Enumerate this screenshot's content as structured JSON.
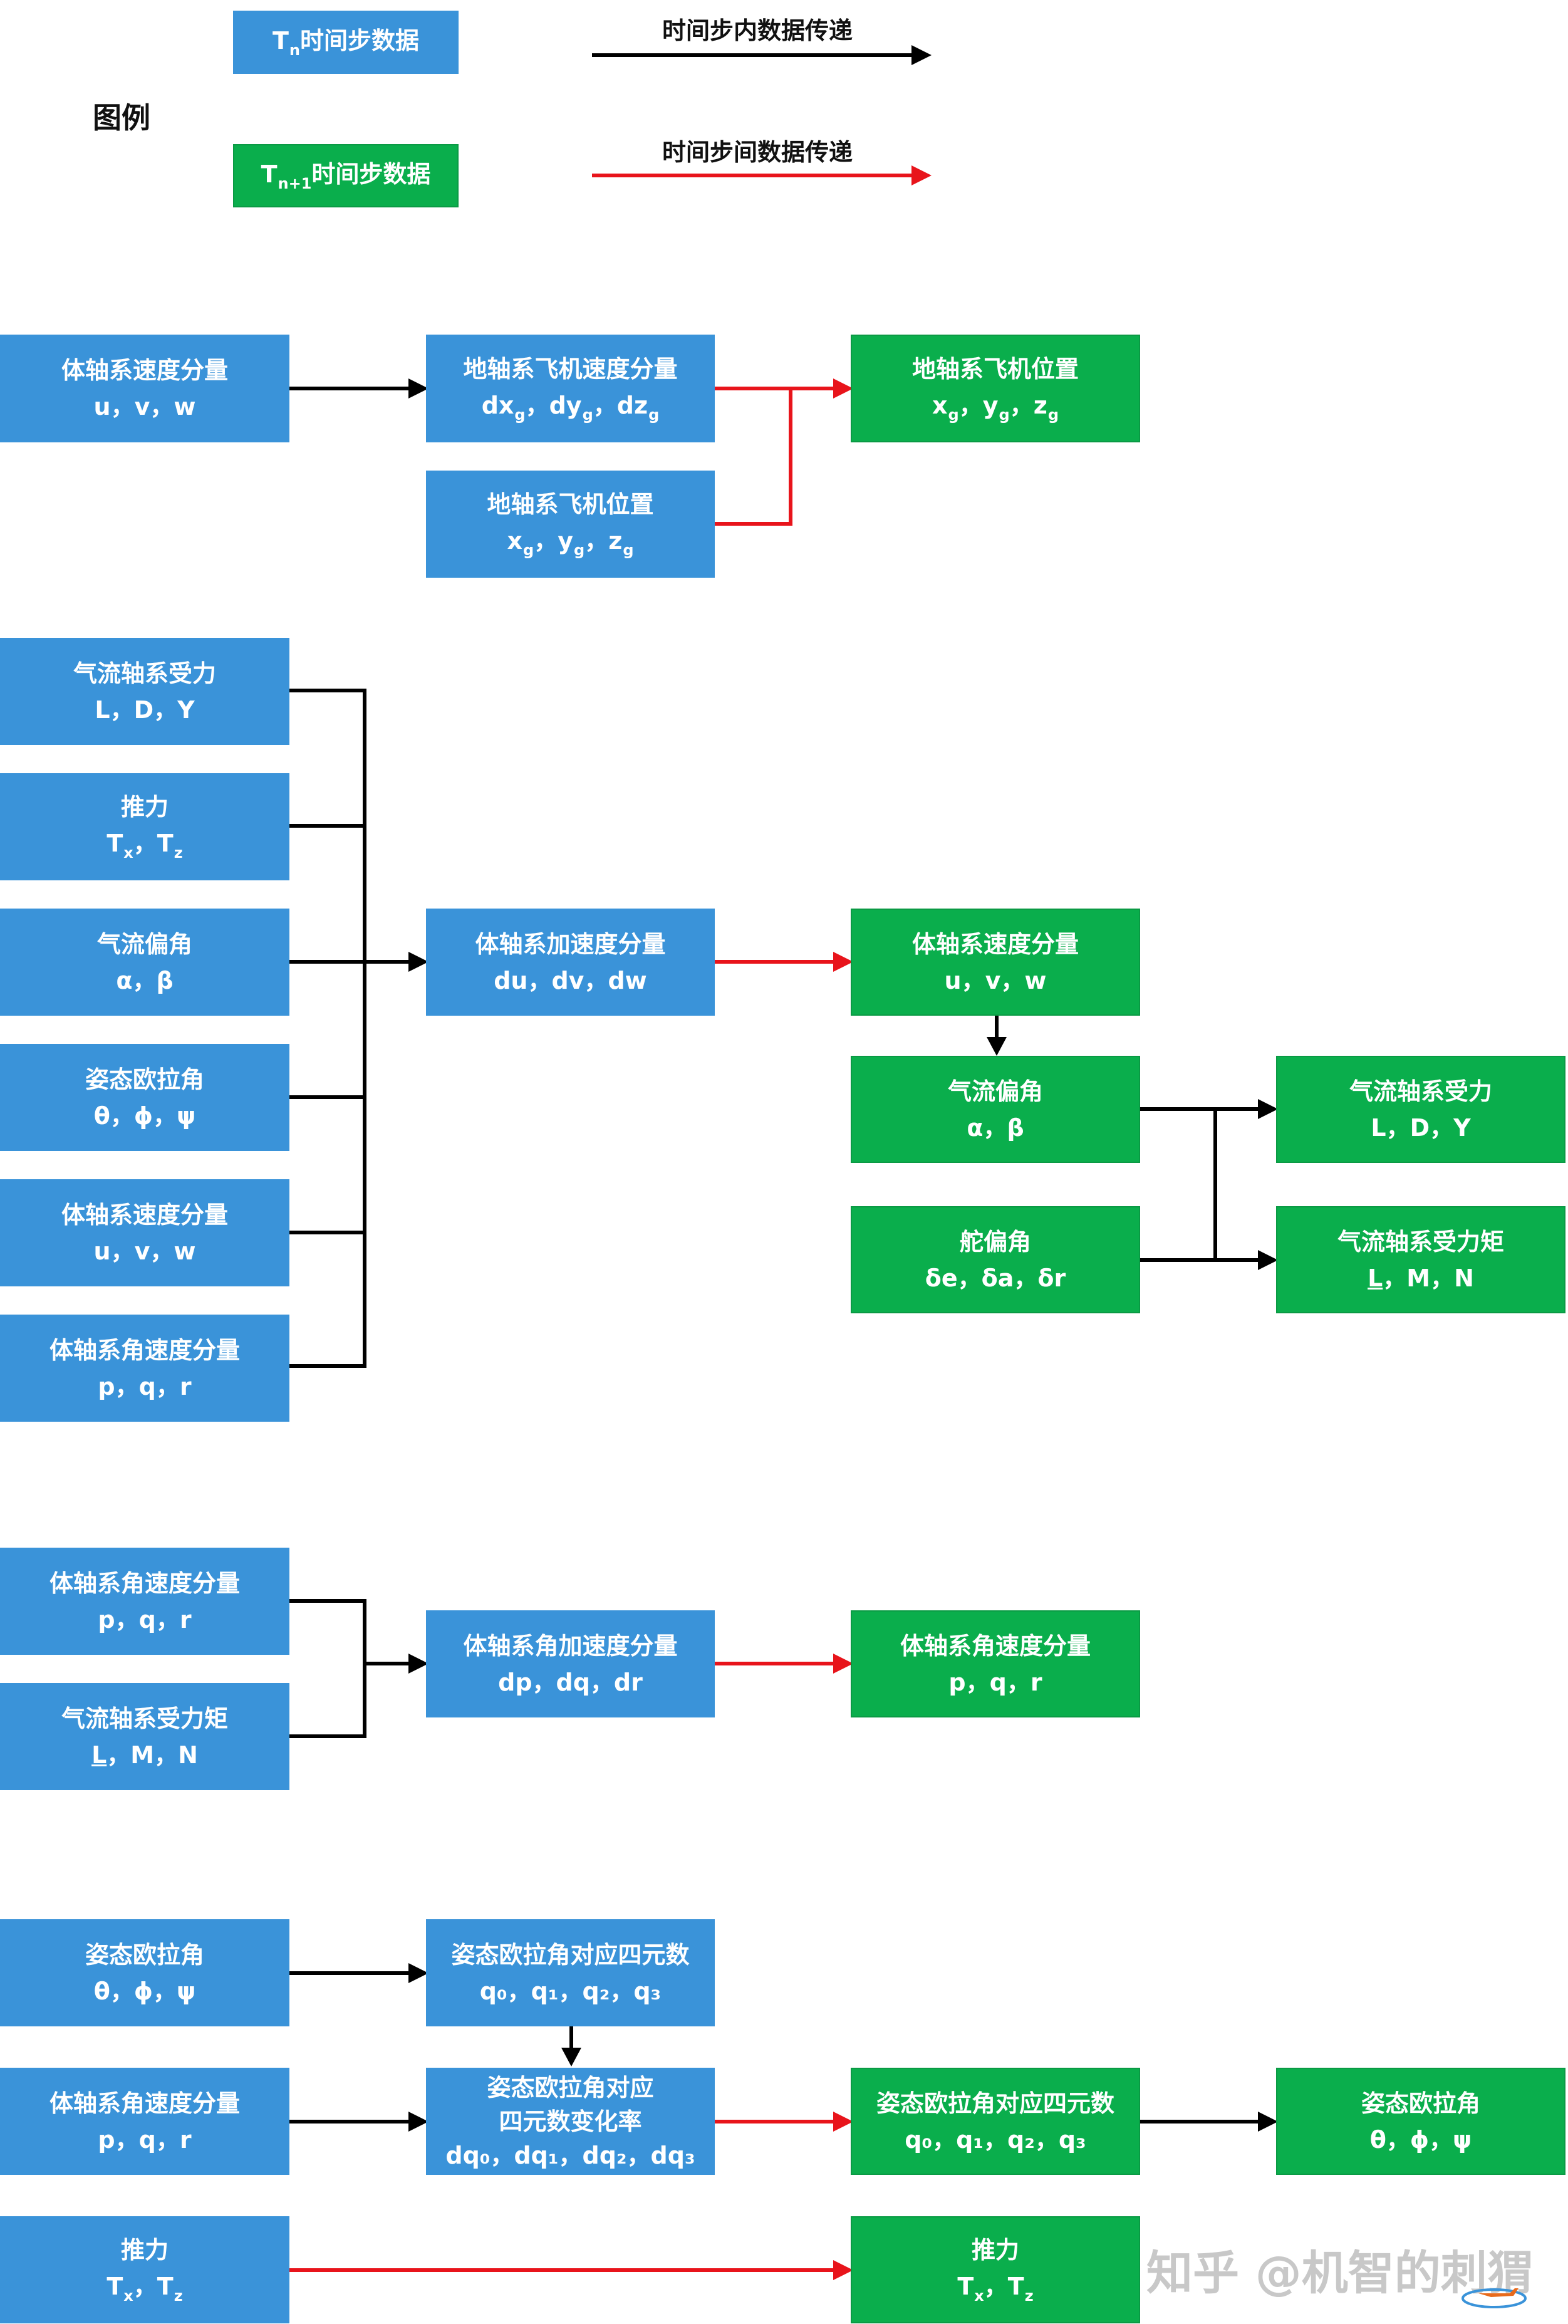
{
  "legend": {
    "title": "图例",
    "tn_label_pre": "T",
    "tn_label_sub": "n",
    "tn_label_post": "时间步数据",
    "tn1_label_pre": "T",
    "tn1_label_sub": "n+1",
    "tn1_label_post": "时间步数据",
    "intra_label": "时间步内数据传递",
    "inter_label": "时间步间数据传递"
  },
  "colors": {
    "tn": "#3a93d9",
    "tn1": "#0aae4c",
    "intra_arrow": "#000000",
    "inter_arrow": "#e8141b"
  },
  "nodes": {
    "s1_body_vel": {
      "title": "体轴系速度分量",
      "vars": "u，v，w"
    },
    "s1_earth_vel": {
      "title": "地轴系飞机速度分量",
      "v1": "dx",
      "v2": "dy",
      "v3": "dz",
      "sub": "g",
      "sep": "，"
    },
    "s1_earth_pos_prev": {
      "title": "地轴系飞机位置",
      "v1": "x",
      "v2": "y",
      "v3": "z",
      "sub": "g",
      "sep": "，"
    },
    "s1_earth_pos_next": {
      "title": "地轴系飞机位置",
      "v1": "x",
      "v2": "y",
      "v3": "z",
      "sub": "g",
      "sep": "，"
    },
    "s2_air_force": {
      "title": "气流轴系受力",
      "vars": "L，D，Y"
    },
    "s2_thrust": {
      "title": "推力",
      "v1": "T",
      "s1": "x",
      "v2": "T",
      "s2": "z",
      "sep": "，"
    },
    "s2_flow_angle": {
      "title": "气流偏角",
      "vars": "α，β"
    },
    "s2_euler": {
      "title": "姿态欧拉角",
      "vars": "θ，ϕ，ψ"
    },
    "s2_body_vel": {
      "title": "体轴系速度分量",
      "vars": "u，v，w"
    },
    "s2_body_rate": {
      "title": "体轴系角速度分量",
      "vars": "p，q，r"
    },
    "s2_body_acc": {
      "title": "体轴系加速度分量",
      "vars": "du，dv，dw"
    },
    "s2_body_vel_next": {
      "title": "体轴系速度分量",
      "vars": "u，v，w"
    },
    "s2_flow_angle_next": {
      "title": "气流偏角",
      "vars": "α，β"
    },
    "s2_rudder": {
      "title": "舵偏角",
      "vars": "δe，δa，δr"
    },
    "s2_air_force_next": {
      "title": "气流轴系受力",
      "vars": "L，D，Y"
    },
    "s2_air_moment_next": {
      "title": "气流轴系受力矩",
      "u": "L",
      "rest": "，M，N"
    },
    "s3_body_rate": {
      "title": "体轴系角速度分量",
      "vars": "p，q，r"
    },
    "s3_air_moment": {
      "title": "气流轴系受力矩",
      "u": "L",
      "rest": "，M，N"
    },
    "s3_ang_acc": {
      "title": "体轴系角加速度分量",
      "vars": "dp，dq，dr"
    },
    "s3_body_rate_next": {
      "title": "体轴系角速度分量",
      "vars": "p，q，r"
    },
    "s4_euler": {
      "title": "姿态欧拉角",
      "vars": "θ，ϕ，ψ"
    },
    "s4_quat": {
      "title": "姿态欧拉角对应四元数",
      "vars": "q₀，q₁，q₂，q₃"
    },
    "s4_body_rate": {
      "title": "体轴系角速度分量",
      "vars": "p，q，r"
    },
    "s4_quat_rate": {
      "title1": "姿态欧拉角对应",
      "title2": "四元数变化率",
      "vars": "dq₀，dq₁，dq₂，dq₃"
    },
    "s4_quat_next": {
      "title": "姿态欧拉角对应四元数",
      "vars": "q₀，q₁，q₂，q₃"
    },
    "s4_euler_next": {
      "title": "姿态欧拉角",
      "vars": "θ，ϕ，ψ"
    },
    "s4_thrust": {
      "title": "推力",
      "v1": "T",
      "s1": "x",
      "v2": "T",
      "s2": "z",
      "sep": "，"
    },
    "s4_thrust_next": {
      "title": "推力",
      "v1": "T",
      "s1": "x",
      "v2": "T",
      "s2": "z",
      "sep": "，"
    }
  },
  "watermark": "知乎 @机智的刺猬"
}
